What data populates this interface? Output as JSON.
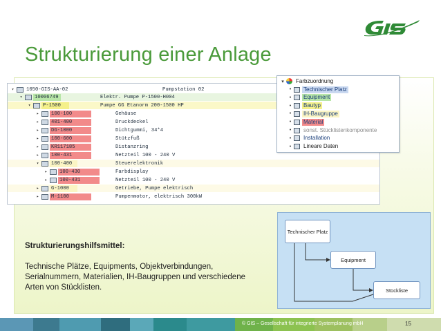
{
  "slide": {
    "title": "Strukturierung einer Anlage",
    "subheading": "Strukturierungshilfsmittel:",
    "body": "Technische Plätze, Equipments, Objektverbindungen, Serialnummern, Materialien, IH-Baugruppen und verschiedene Arten von Stücklisten.",
    "footer": "© GIS – Gesellschaft für integrierte Systemplanung mbH",
    "page_number": "15",
    "logo_text": "GIS"
  },
  "tree": {
    "header": {
      "code": "1050-GIS-AA-02",
      "desc": "Pumpstation 02"
    },
    "rows": [
      {
        "code": "10006749",
        "desc": "Elektr. Pumpe P-1500-H004",
        "level": 1,
        "exp": "▾",
        "type": "equipment"
      },
      {
        "code": "P-1500",
        "desc": "Pumpe GG Etanorm 200-1500 HP",
        "level": 2,
        "exp": "▾",
        "type": "bautyp"
      },
      {
        "code": "100-100",
        "desc": "Gehäuse",
        "level": 3,
        "exp": "▸",
        "type": "material"
      },
      {
        "code": "401-400",
        "desc": "Druckdeckel",
        "level": 3,
        "exp": "▸",
        "type": "material"
      },
      {
        "code": "DG-1000",
        "desc": "Dichtgummi, 34*4",
        "level": 3,
        "exp": "▸",
        "type": "material"
      },
      {
        "code": "100-600",
        "desc": "Stützfuß",
        "level": 3,
        "exp": "▸",
        "type": "material"
      },
      {
        "code": "KR117185",
        "desc": "Distanzring",
        "level": 3,
        "exp": "▸",
        "type": "material"
      },
      {
        "code": "100-431",
        "desc": "Netzteil 100 - 240 V",
        "level": 3,
        "exp": "▸",
        "type": "material"
      },
      {
        "code": "100-400",
        "desc": "Steuerelektronik",
        "level": 3,
        "exp": "▾",
        "type": "ih"
      },
      {
        "code": "100-430",
        "desc": "Farbdisplay",
        "level": 4,
        "exp": "▸",
        "type": "material"
      },
      {
        "code": "100-431",
        "desc": "Netzteil 100 - 240 V",
        "level": 4,
        "exp": "▸",
        "type": "material"
      },
      {
        "code": "G-1000",
        "desc": "Getriebe, Pumpe elektrisch",
        "level": 3,
        "exp": "▸",
        "type": "ih"
      },
      {
        "code": "M-1100",
        "desc": "Pumpenmotor, elektrisch 300kW",
        "level": 3,
        "exp": "▸",
        "type": "material"
      }
    ]
  },
  "legend": {
    "title": "Farbzuordnung",
    "items": [
      {
        "label": "Technischer Platz",
        "color": "#c9d8f0",
        "text_color": "#1a3e7a"
      },
      {
        "label": "Equipment",
        "color": "#b8e6a8",
        "text_color": "#1a3e7a"
      },
      {
        "label": "Bautyp",
        "color": "#f4f08a",
        "text_color": "#1a3e7a"
      },
      {
        "label": "IH-Baugruppe",
        "color": "#fbf5c4",
        "text_color": "#1a3e7a"
      },
      {
        "label": "Material",
        "color": "#f28a8a",
        "text_color": "#1a3e7a"
      },
      {
        "label": "sonst. Stücklistenkomponente",
        "color": "#ffffff",
        "text_color": "#8a8a8a"
      },
      {
        "label": "Installation",
        "color": "#ffffff",
        "text_color": "#1a3e7a"
      },
      {
        "label": "Lineare Daten",
        "color": "#ffffff",
        "text_color": "#1a1a1a"
      }
    ]
  },
  "diagram": {
    "box1": "Technischer Platz",
    "box2": "Equipment",
    "box3": "Stückliste"
  },
  "colors": {
    "title": "#4a9a3a",
    "technischer_platz": "#c9d8f0",
    "equipment": "#b8e6a8",
    "bautyp": "#f4f08a",
    "ih": "#fbf5c4",
    "material": "#f28a8a"
  }
}
